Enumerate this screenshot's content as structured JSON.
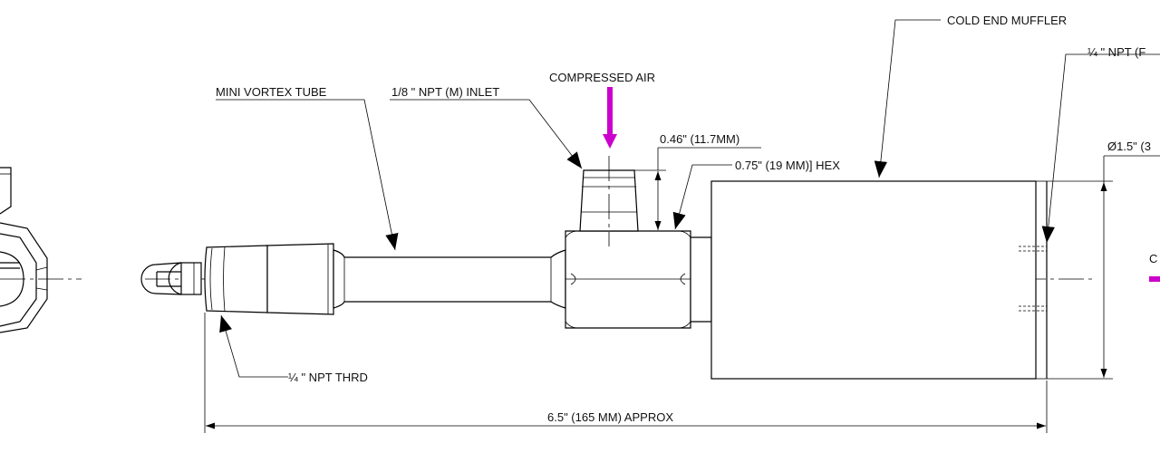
{
  "diagram": {
    "labels": {
      "mini_vortex_tube": "MINI VORTEX TUBE",
      "inlet": "1/8 \" NPT (M) INLET",
      "compressed_air": "COMPRESSED AIR",
      "dim_inlet_height": "0.46\" (11.7MM)",
      "hex": "0.75\" (19 MM)] HEX",
      "cold_end_muffler": "COLD END MUFFLER",
      "npt_female": "¼ \" NPT (F",
      "diameter": "Ø1.5\" (3",
      "cold_side_partial": "C",
      "npt_thread": "¼ \" NPT THRD",
      "overall_length": "6.5\" (165 MM) APPROX"
    },
    "colors": {
      "line": "#000000",
      "air_arrow": "#cc00cc",
      "background": "#ffffff"
    }
  }
}
